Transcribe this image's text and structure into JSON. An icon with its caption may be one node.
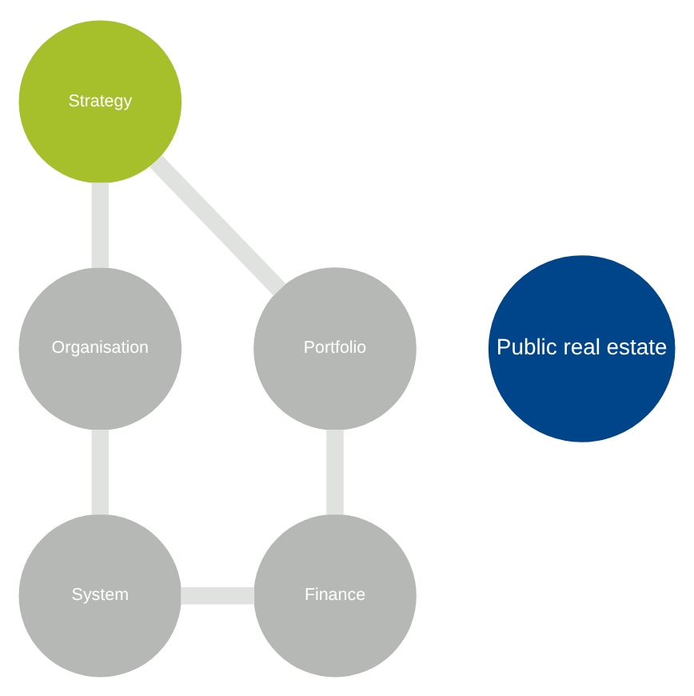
{
  "diagram": {
    "nodes": [
      {
        "text": [
          "Strategy"
        ]
      },
      {
        "text": [
          "Organisation"
        ]
      },
      {
        "text": [
          "System"
        ]
      },
      {
        "text": [
          "Finance"
        ]
      },
      {
        "text": [
          "Portfolio"
        ]
      },
      {
        "text": [
          "Public real estate"
        ]
      }
    ],
    "edges": [
      {
        "from": 0,
        "to": 1,
        "arrow": "none"
      },
      {
        "from": 1,
        "to": 2,
        "arrow": "none"
      },
      {
        "from": 2,
        "to": 3,
        "arrow": "none"
      },
      {
        "from": 3,
        "to": 4,
        "arrow": "none"
      },
      {
        "from": 4,
        "to": 0,
        "arrow": "none"
      }
    ]
  }
}
